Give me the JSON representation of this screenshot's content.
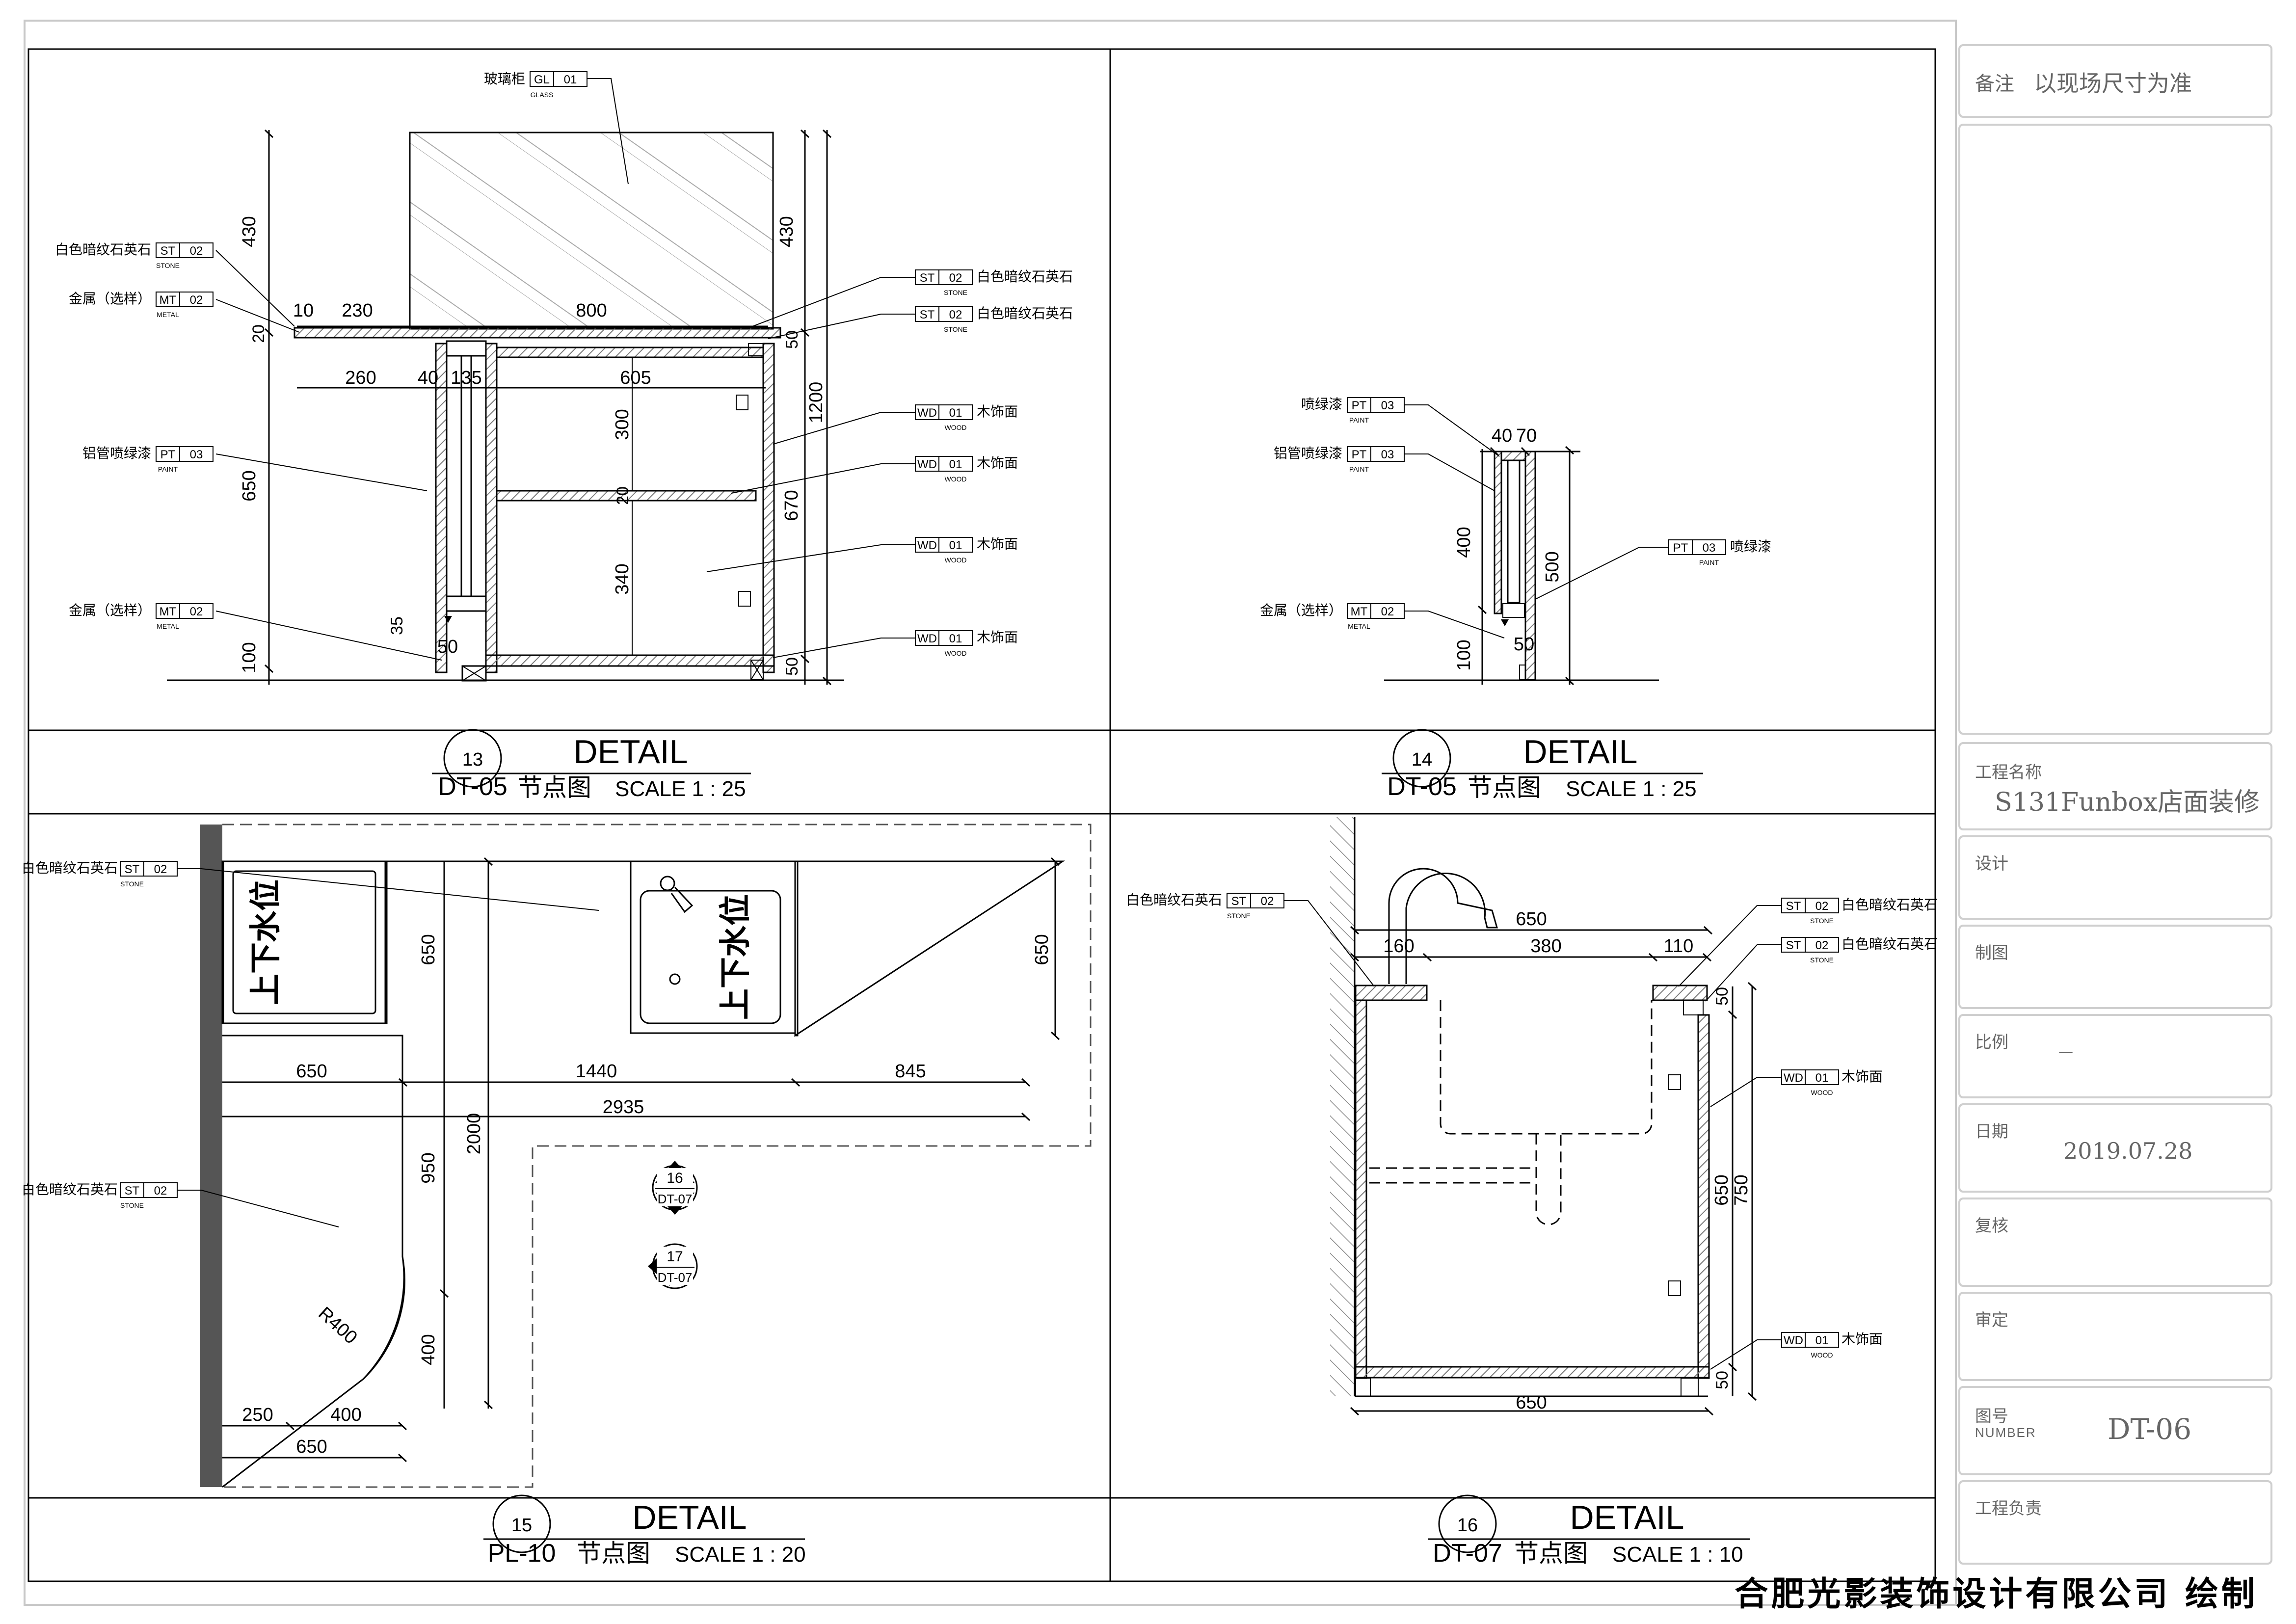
{
  "materials": {
    "glass": {
      "code1": "GL",
      "code2": "01",
      "sub": "GLASS",
      "name": "玻璃柜"
    },
    "stone": {
      "code1": "ST",
      "code2": "02",
      "sub": "STONE",
      "name": "白色暗纹石英石"
    },
    "metal": {
      "code1": "MT",
      "code2": "02",
      "sub": "METAL",
      "name": "金属（选样）"
    },
    "paint_al": {
      "code1": "PT",
      "code2": "03",
      "sub": "PAINT",
      "name": "铝管喷绿漆"
    },
    "paint": {
      "code1": "PT",
      "code2": "03",
      "sub": "PAINT",
      "name": "喷绿漆"
    },
    "wood": {
      "code1": "WD",
      "code2": "01",
      "sub": "WOOD",
      "name": "木饰面"
    }
  },
  "details": [
    {
      "num": "13",
      "ref": "DT-05",
      "title": "DETAIL",
      "label": "节点图",
      "scale": "SCALE 1 : 25"
    },
    {
      "num": "14",
      "ref": "DT-05",
      "title": "DETAIL",
      "label": "节点图",
      "scale": "SCALE 1 : 25"
    },
    {
      "num": "15",
      "ref": "PL-10",
      "title": "DETAIL",
      "label": "节点图",
      "scale": "SCALE 1 : 20"
    },
    {
      "num": "16",
      "ref": "DT-07",
      "title": "DETAIL",
      "label": "节点图",
      "scale": "SCALE 1 : 10"
    }
  ],
  "dims": {
    "d13": {
      "h430a": "430",
      "h430b": "430",
      "h20": "20",
      "h650": "650",
      "h100": "100",
      "h35": "35",
      "h50b": "50",
      "w10": "10",
      "w230": "230",
      "w800": "800",
      "h50a": "50",
      "w260": "260",
      "w40": "40",
      "w135": "135",
      "w605": "605",
      "h300": "300",
      "h20b": "20",
      "h340": "340",
      "h1200": "1200",
      "h670": "670",
      "h50c": "50"
    },
    "d14": {
      "w40": "40",
      "w70": "70",
      "h400": "400",
      "h500": "500",
      "h100": "100",
      "w50": "50"
    },
    "d15": {
      "h650a": "650",
      "h650b": "650",
      "w650": "650",
      "w1440": "1440",
      "w845": "845",
      "w2935": "2935",
      "h950": "950",
      "h2000": "2000",
      "h400": "400",
      "r400": "R400",
      "w250": "250",
      "w400": "400",
      "w650b": "650",
      "sink_text": "上下水位"
    },
    "d16": {
      "w650top": "650",
      "w160": "160",
      "w380": "380",
      "w110": "110",
      "h50a": "50",
      "h650": "650",
      "h750": "750",
      "h50b": "50",
      "w650bot": "650"
    }
  },
  "callouts": {
    "c16": {
      "num": "16",
      "ref": "DT-07"
    },
    "c17": {
      "num": "17",
      "ref": "DT-07"
    }
  },
  "title_block": {
    "remark_label": "备注",
    "remark_value": "以现场尺寸为准",
    "project_label": "工程名称",
    "project_value": "S131Funbox店面装修",
    "design_label": "设计",
    "draw_label": "制图",
    "scale_label": "比例",
    "scale_value": "—",
    "date_label": "日期",
    "date_value": "2019.07.28",
    "check_label": "复核",
    "approve_label": "审定",
    "number_label": "图号",
    "number_sub": "NUMBER",
    "number_value": "DT-06",
    "lead_label": "工程负责"
  },
  "company": "合肥光影装饰设计有限公司 绘制",
  "colors": {
    "line": "#000000",
    "hatch": "#7a7a7a",
    "frame": "#c8c8c8",
    "wall": "#555555"
  }
}
